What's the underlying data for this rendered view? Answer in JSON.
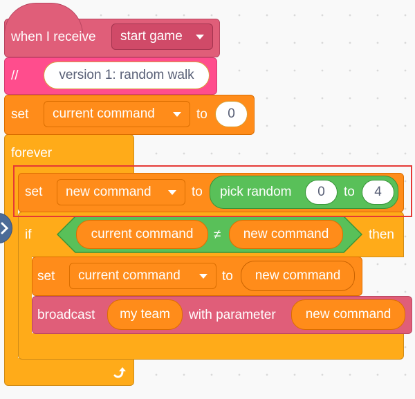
{
  "hat": {
    "label": "when I receive",
    "message": "start game"
  },
  "comment": {
    "label": "//",
    "text": "version 1: random walk"
  },
  "set_current": {
    "label": "set",
    "variable": "current command",
    "to_label": "to",
    "value": "0"
  },
  "forever": {
    "label": "forever"
  },
  "set_new": {
    "label": "set",
    "variable": "new command",
    "to_label": "to",
    "random": {
      "label": "pick random",
      "from": "0",
      "to_label": "to",
      "to": "4"
    }
  },
  "if_block": {
    "label": "if",
    "then_label": "then",
    "condition": {
      "left": "current command",
      "operator": "≠",
      "right": "new command"
    }
  },
  "set_inner": {
    "label": "set",
    "variable": "current command",
    "to_label": "to",
    "value": "new command"
  },
  "broadcast": {
    "label": "broadcast",
    "target": "my team",
    "param_label": "with parameter",
    "param_value": "new command"
  },
  "colors": {
    "events": "#ffbf00",
    "hat_block": "#e05e79",
    "comment_block": "#ff4d8d",
    "variables": "#ff8c1a",
    "control": "#ffab19",
    "operators": "#59c059",
    "highlight": "#e53935"
  },
  "icons": {
    "loop_arrow": "loop-arrow-icon",
    "dropdown": "chevron-down-icon"
  }
}
